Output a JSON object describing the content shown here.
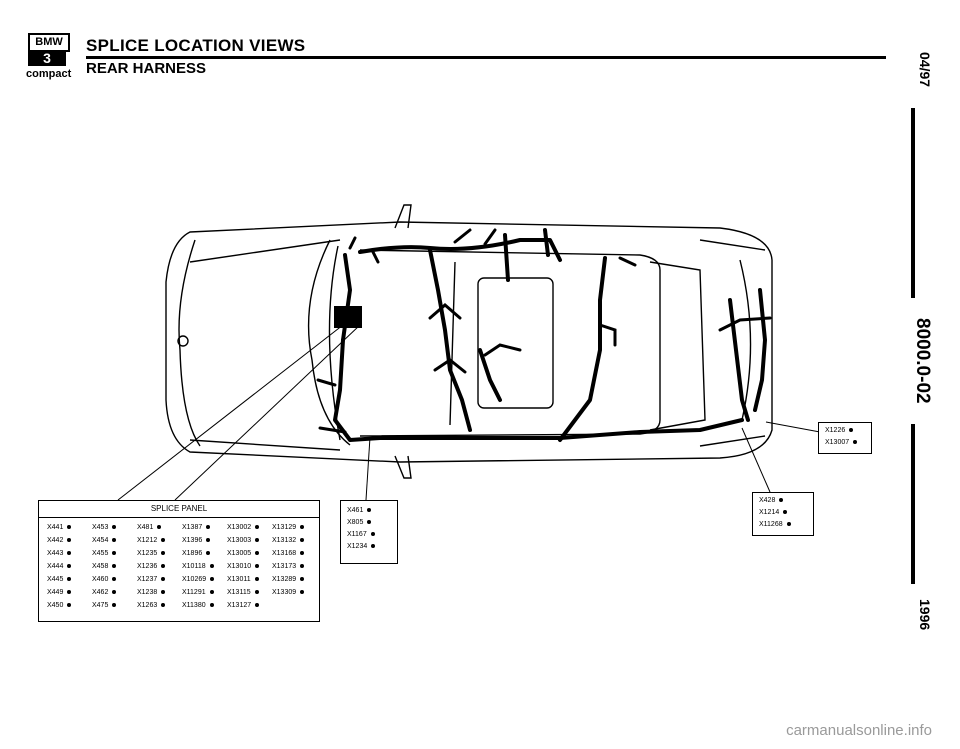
{
  "header": {
    "logo_brand": "BMW",
    "logo_model": "3",
    "logo_variant": "compact",
    "title": "SPLICE LOCATION VIEWS",
    "subtitle": "REAR HARNESS"
  },
  "side_margin": {
    "date": "04/97",
    "page": "8000.0-02",
    "year": "1996"
  },
  "splice_panel": {
    "title": "SPLICE PANEL",
    "rows": [
      [
        "X441",
        "X453",
        "X481",
        "X1387",
        "X13002",
        "X13129"
      ],
      [
        "X442",
        "X454",
        "X1212",
        "X1396",
        "X13003",
        "X13132"
      ],
      [
        "X443",
        "X455",
        "X1235",
        "X1896",
        "X13005",
        "X13168"
      ],
      [
        "X444",
        "X458",
        "X1236",
        "X10118",
        "X13010",
        "X13173"
      ],
      [
        "X445",
        "X460",
        "X1237",
        "X10269",
        "X13011",
        "X13289"
      ],
      [
        "X449",
        "X462",
        "X1238",
        "X11291",
        "X13115",
        "X13309"
      ],
      [
        "X450",
        "X475",
        "X1263",
        "X11380",
        "X13127"
      ]
    ]
  },
  "mid_panel": {
    "items": [
      "X461",
      "X805",
      "X1167",
      "X1234"
    ]
  },
  "right_panel": {
    "items": [
      "X428",
      "X1214",
      "X11268"
    ]
  },
  "far_right_panel": {
    "items": [
      "X1226",
      "X13007"
    ]
  },
  "footer": {
    "watermark": "carmanualsonline.info"
  }
}
